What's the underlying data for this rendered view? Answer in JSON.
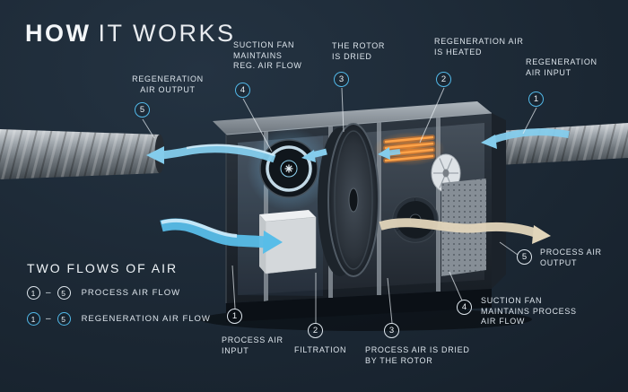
{
  "title": {
    "bold": "HOW",
    "light": "IT WORKS"
  },
  "legend": {
    "heading": "TWO FLOWS OF AIR",
    "separator": "–",
    "items": [
      {
        "from": "1",
        "to": "5",
        "label": "PROCESS AIR FLOW",
        "style": "process-white"
      },
      {
        "from": "1",
        "to": "5",
        "label": "REGENERATION AIR FLOW",
        "style": "regeneration-blue"
      }
    ]
  },
  "callouts": {
    "regeneration": [
      {
        "number": "5",
        "lines": [
          "REGENERATION",
          "AIR OUTPUT"
        ]
      },
      {
        "number": "4",
        "lines": [
          "SUCTION FAN",
          "MAINTAINS",
          "REG. AIR FLOW"
        ]
      },
      {
        "number": "3",
        "lines": [
          "THE ROTOR",
          "IS DRIED"
        ]
      },
      {
        "number": "2",
        "lines": [
          "REGENERATION AIR",
          "IS HEATED"
        ]
      },
      {
        "number": "1",
        "lines": [
          "REGENERATION",
          "AIR INPUT"
        ]
      }
    ],
    "process": [
      {
        "number": "1",
        "lines": [
          "PROCESS AIR",
          "INPUT"
        ]
      },
      {
        "number": "2",
        "lines": [
          "FILTRATION"
        ]
      },
      {
        "number": "3",
        "lines": [
          "PROCESS AIR IS DRIED",
          "BY THE ROTOR"
        ]
      },
      {
        "number": "4",
        "lines": [
          "SUCTION FAN",
          "MAINTAINS PROCESS",
          "AIR FLOW"
        ]
      },
      {
        "number": "5",
        "lines": [
          "PROCESS AIR",
          "OUTPUT"
        ]
      }
    ]
  },
  "colors": {
    "background": "#1b2733",
    "accent_blue": "#52b9e9",
    "process_badge_border": "#dfe7ee",
    "ribbon_blue": "#84ccec",
    "ribbon_tan": "#e1d5ba",
    "heater_orange": "#ffa348",
    "text": "#dce4eb"
  }
}
